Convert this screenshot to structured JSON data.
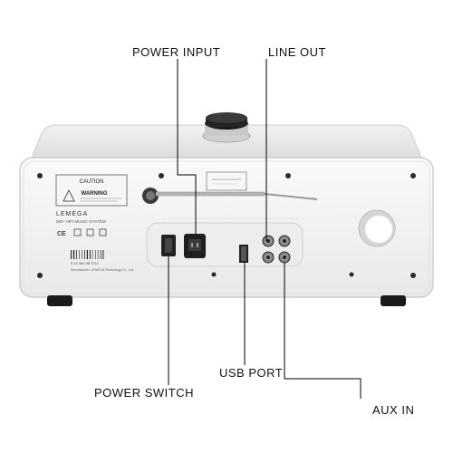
{
  "labels": {
    "power_input": "POWER INPUT",
    "line_out": "LINE OUT",
    "usb_port": "USB PORT",
    "power_switch": "POWER SWITCH",
    "aux_in": "AUX IN"
  },
  "device": {
    "brand": "LEMEGA",
    "model": "MS+ HIFI MUSIC SYSTEM",
    "caution_title": "CAUTION",
    "warning_title": "WARNING",
    "manufacturer_note": "Manufacturer: LEMEGA Technology Co., Ltd.",
    "serial": "5 12 300 98 2717"
  },
  "colors": {
    "body": "#f4f4f4",
    "panel": "#e6e6e6",
    "text": "#111111",
    "line": "#000000"
  }
}
